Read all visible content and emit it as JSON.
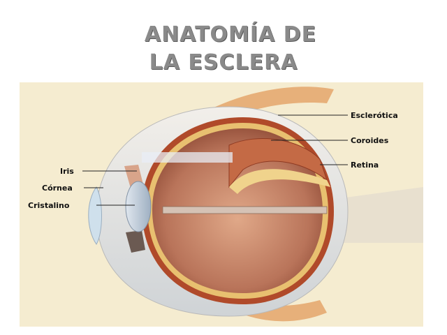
{
  "title_line1": "ANATOMÍA DE",
  "title_line2": "LA ESCLERA",
  "labels": {
    "esclerotica": "Esclerótica",
    "coroides": "Coroides",
    "retina": "Retina",
    "iris": "Iris",
    "cornea": "Córnea",
    "cristalino": "Cristalino"
  },
  "colors": {
    "title": "#8a8a8a",
    "background_panel": "#f5ecd0",
    "sclera": "#e9e6e1",
    "choroid": "#b04a2a",
    "retina": "#e8c070",
    "vitreous": "#c98a6a"
  }
}
